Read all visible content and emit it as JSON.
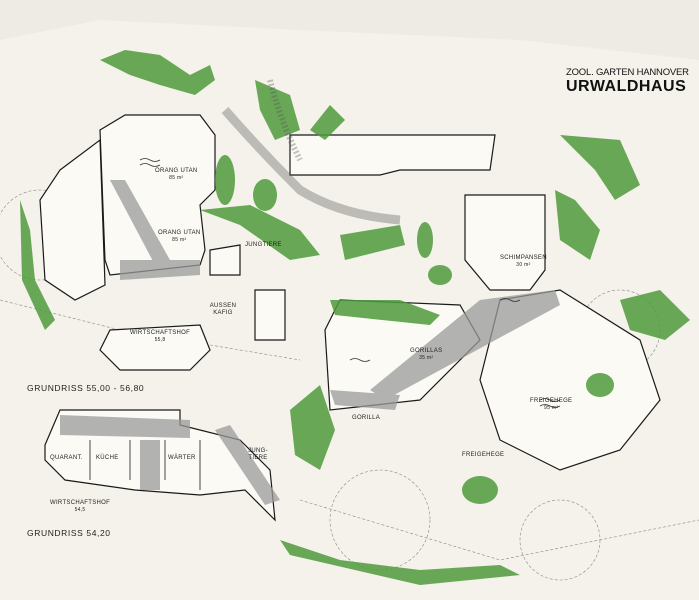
{
  "header": {
    "subtitle": "ZOOL. GARTEN HANNOVER",
    "title": "URWALDHAUS"
  },
  "plans": {
    "upper_label": "GRUNDRISS 55,00 - 56,80",
    "lower_label": "GRUNDRISS 54,20"
  },
  "rooms": {
    "orang1": {
      "name": "ORANG UTAN",
      "area": "85 m²"
    },
    "orang2": {
      "name": "ORANG UTAN",
      "area": "85 m²"
    },
    "jungtiere": "JUNGTIERE",
    "aussenkafig": "AUSSEN KAFIG",
    "wirtschaftshof": {
      "name": "WIRTSCHAFTSHOF",
      "level": "55,8"
    },
    "gorillas": {
      "name": "GORILLAS",
      "area": "35 m²"
    },
    "gorilla": "GORILLA",
    "schimpansen": {
      "name": "SCHIMPANSEN",
      "area": "30 m²"
    },
    "freigehege1": {
      "name": "FREIGEHEGE",
      "area": "95 m²"
    },
    "freigehege2": "FREIGEHEGE"
  },
  "lower_rooms": {
    "quarant": "QUARANT.",
    "kueche": "KÜCHE",
    "waerter": "WÄRTER",
    "jungtiere": "JUNG- TIERE",
    "wirtschaftshof": {
      "name": "WIRTSCHAFTSHOF",
      "level": "54,5"
    }
  },
  "colors": {
    "paper": "#f4f2ea",
    "planting": "#4f9a3c",
    "ink": "#1a1a1a"
  }
}
